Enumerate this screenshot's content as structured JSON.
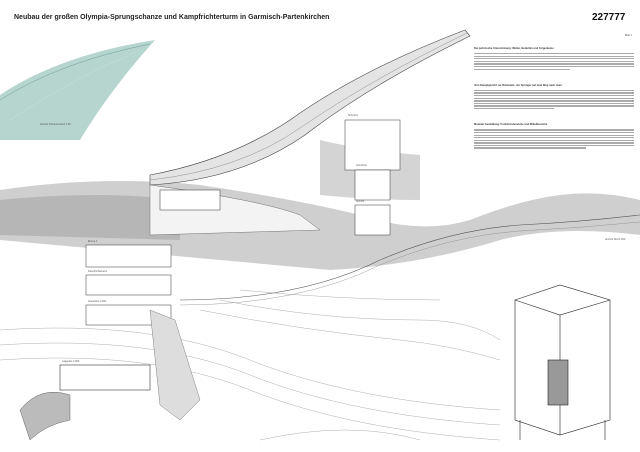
{
  "header": {
    "title": "Neubau der großen Olympia-Sprungschanze und Kampfrichterturm in Garmisch-Partenkirchen",
    "entry_number": "227777",
    "page": "Blatt 1"
  },
  "text": {
    "headings": [
      "Die technische Unterstützung: Wetter, Bedarfen und Folgeräume",
      "Vom Kampfgericht zur Rückseite: der Springer auf dem Weg nach oben",
      "Modular Ausbildung: Funktionsbereiche und Mittelbereiche"
    ],
    "paragraph_lines": [
      7,
      8,
      8
    ]
  },
  "labels": {
    "render": "Ansicht Schanzentisch 1:50",
    "section_a": "Schnitt A",
    "section_b": "Grundriss",
    "section_c": "Ansicht",
    "plan_1": "Ebene 1",
    "plan_2": "Kampfrichterturm",
    "plan_3": "Grundriss 1:200",
    "elevation": "Ansicht Süd 1:200",
    "site": "Lageplan 1:500"
  },
  "colors": {
    "roof": "#9cc7bd",
    "ink": "#333333",
    "hill": "#bdbdbd"
  }
}
